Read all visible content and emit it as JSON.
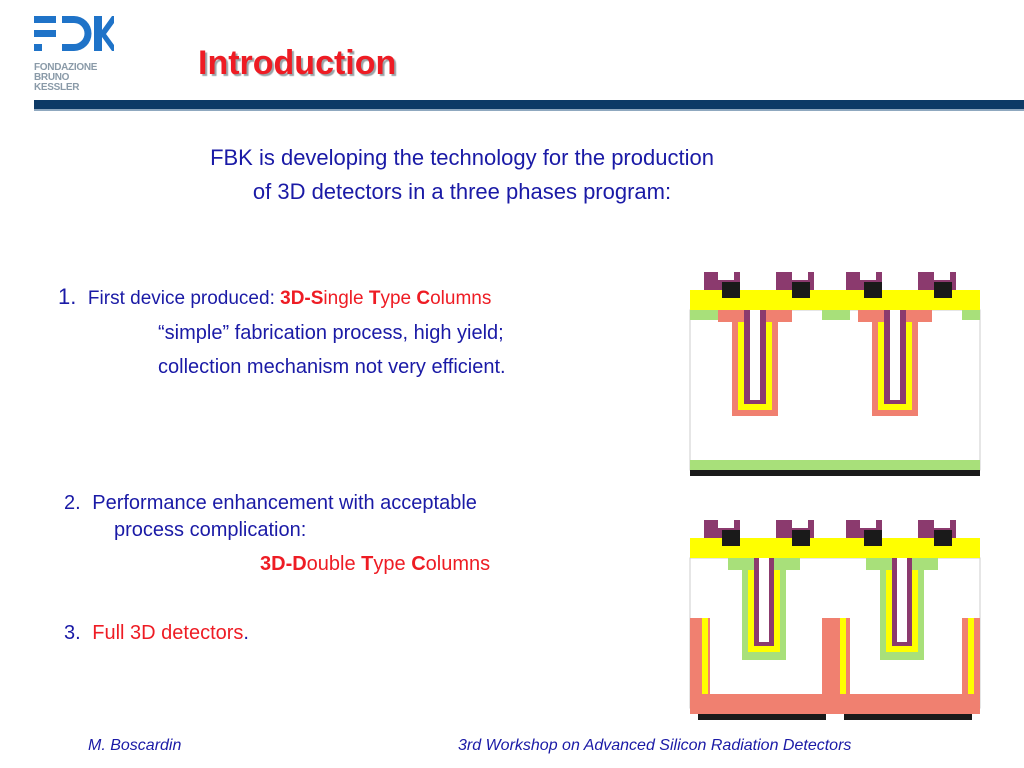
{
  "logo": {
    "org_line1": "FONDAZIONE",
    "org_line2": "BRUNO KESSLER"
  },
  "slide": {
    "title": "Introduction",
    "intro_line1": "FBK  is developing the technology for the production",
    "intro_line2": "of 3D detectors in a three phases program:"
  },
  "item1": {
    "number": "1.",
    "lead": "First device produced: ",
    "w1_bold": "3D-S",
    "w1_rest": "ingle ",
    "w2_bold": "T",
    "w2_rest": "ype ",
    "w3_bold": "C",
    "w3_rest": "olumns",
    "line2": "“simple” fabrication process, high yield;",
    "line3": "collection mechanism not very efficient."
  },
  "item2": {
    "number": "2.",
    "line1": "Performance enhancement with acceptable",
    "line2": "process complication:",
    "w1_bold": "3D-D",
    "w1_rest": "ouble ",
    "w2_bold": "T",
    "w2_rest": "ype ",
    "w3_bold": "C",
    "w3_rest": "olumns"
  },
  "item3": {
    "number": "3.",
    "text": "Full 3D detectors",
    "period": "."
  },
  "footer": {
    "author": "M. Boscardin",
    "event": "3rd Workshop on Advanced Silicon Radiation Detectors"
  },
  "colors": {
    "title_red": "#ee1c24",
    "text_blue": "#1a1aa6",
    "rule_navy": "#0d3a66",
    "layer_yellow": "#ffff00",
    "layer_salmon": "#f08070",
    "layer_green": "#a8e07a",
    "layer_purple": "#8b3a6e"
  }
}
